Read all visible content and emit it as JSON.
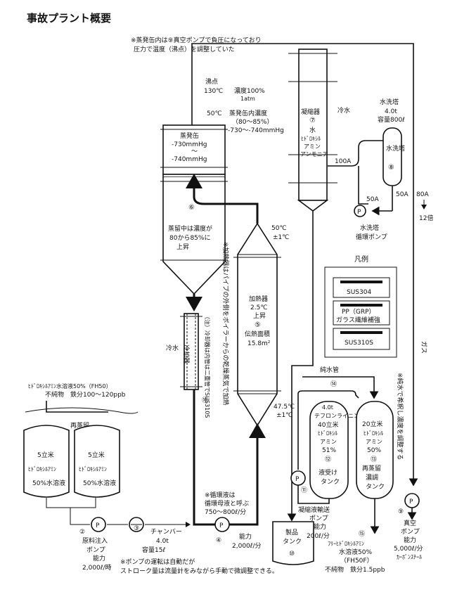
{
  "title": "事故プラント概要",
  "notes": {
    "top_line1": "※蒸発缶内は⑨真空ポンプで負圧になっており",
    "top_line2": "圧力で温度（沸点）を調整していた",
    "heater_note": "※加熱器はパイプの外側をボイラーからの乾燥蒸気で加熱",
    "pump_line1": "※ポンプの運転は自動だが",
    "pump_line2": "ストローク量は流量計をみながら手動で微調整できる。",
    "dilution_note": "※純水で希釈し濃度を調整する",
    "circulation_line1": "※循環液は",
    "circulation_line2": "循環母液と呼ぶ",
    "circulation_line3": "750〜800ℓ/分"
  },
  "evaporator": {
    "boiling_label": "沸点",
    "boiling_value": "130℃",
    "conc_line1": "濃度100%",
    "conc_line2": "1atm",
    "temp": "50℃",
    "inside_line1": "蒸発缶内濃度",
    "inside_line2": "（80〜85%）",
    "inside_line3": "-730〜-740mmHg",
    "name": "蒸発缶",
    "p1": "-730mmHg",
    "p2": "〜",
    "p3": "-740mmHg",
    "number": "⑥",
    "desc1": "蒸留中は濃度が",
    "desc2": "80から85%に",
    "desc3": "上昇"
  },
  "condenser": {
    "name": "凝縮器",
    "number": "⑦",
    "content1": "水",
    "content2": "ﾋﾄﾞﾛｷｼﾙ",
    "content3": "アミン",
    "content4": "アンモニア",
    "cold_water": "冷水"
  },
  "heater": {
    "temp1": "50℃",
    "temp2": "±1℃",
    "name": "加熱器",
    "rise1": "2.5℃",
    "rise2": "上昇",
    "number": "⑤",
    "area1": "伝熱面積",
    "area2": "15.8m²",
    "temp_low1": "47.5℃",
    "temp_low2": "±1℃"
  },
  "cooler": {
    "name": "冷却器",
    "cold_water": "冷水",
    "note": "（注）冷却器は内管は二重管でSUS310S",
    "number": "⑯"
  },
  "washer": {
    "title": "水洗塔",
    "capacity1": "4.0t",
    "capacity2": "容量800ℓ",
    "name": "水洗塔",
    "number": "⑧",
    "pipe_100a": "100A",
    "pipe_50a_1": "50A",
    "pipe_50a_2": "50A",
    "pipe_80a": "80A",
    "pump_name1": "水洗塔",
    "pump_name2": "循環ポンプ",
    "handwritten": "12倍",
    "gas": "ガス"
  },
  "legend": {
    "title": "凡例",
    "items": [
      "SUS304",
      "PP（GRP）",
      "ガラス繊維補強",
      "SUS310S"
    ]
  },
  "feed": {
    "line1": "ﾋﾄﾞﾛｷｼﾙｱﾐﾝ水溶液50%（FH50）",
    "line2": "不純物　鉄分100〜120ppb",
    "redistill": "再蒸留",
    "number": "①",
    "tank1_a": "5立米",
    "tank1_b": "ﾋﾄﾞﾛｷｼﾙｱﾐﾝ",
    "tank1_c": "50%水溶液",
    "tank2_a": "5立米",
    "tank2_b": "ﾋﾄﾞﾛｷｼﾙｱﾐﾝ",
    "tank2_c": "50%水溶液"
  },
  "pumps": {
    "p2_number": "②",
    "p2_name1": "原料注入",
    "p2_name2": "ポンプ",
    "p2_cap1": "能力",
    "p2_cap2": "2,000ℓ/時",
    "p3_number": "③",
    "p3_name": "チャンバー",
    "p3_cap1": "4.0t",
    "p3_cap2": "容量15ℓ",
    "p4_number": "④",
    "p4_cap": "能力",
    "p4_cap2": "2,000ℓ/分",
    "p9_number": "⑨",
    "p9_name1": "真空",
    "p9_name2": "ポンプ",
    "p9_cap1": "能力",
    "p9_cap2": "5,000ℓ/分",
    "p9_mat": "ｶｰﾎﾞﾝｽﾁｰﾙ",
    "p11_number": "⑪",
    "p11_name1": "凝縮液輸送",
    "p11_name2": "ポンプ",
    "p11_cap1": "能力",
    "p11_cap2": "200ℓ/分"
  },
  "tanks": {
    "product_name1": "製品",
    "product_name2": "タンク",
    "product_number": "⑩",
    "pure_water": "純水管",
    "pure_number": "⑭",
    "t12_top": "4.0t",
    "t12_lining": "テフロンライニング",
    "t12_a": "40立米",
    "t12_b": "ﾋﾄﾞﾛｷｼﾙ",
    "t12_c": "アミン",
    "t12_d": "51%",
    "t12_number": "⑫",
    "t12_name1": "液受け",
    "t12_name2": "タンク",
    "t13_a": "20立米",
    "t13_b": "ﾋﾄﾞﾛｷｼﾙ",
    "t13_c": "アミン",
    "t13_d": "50%",
    "t13_number": "⑬",
    "t13_name1": "再蒸留",
    "t13_name2": "濃調",
    "t13_name3": "タンク",
    "out_number": "⑮",
    "out1": "ﾌﾘｰﾋﾄﾞﾛｷｼﾙｱﾐﾝ",
    "out2": "水溶液50%",
    "out3": "（FH50F）",
    "out4": "不純物　鉄分1.5ppb"
  },
  "icons": {
    "pump": "pump-symbol",
    "valve": "valve-symbol"
  }
}
